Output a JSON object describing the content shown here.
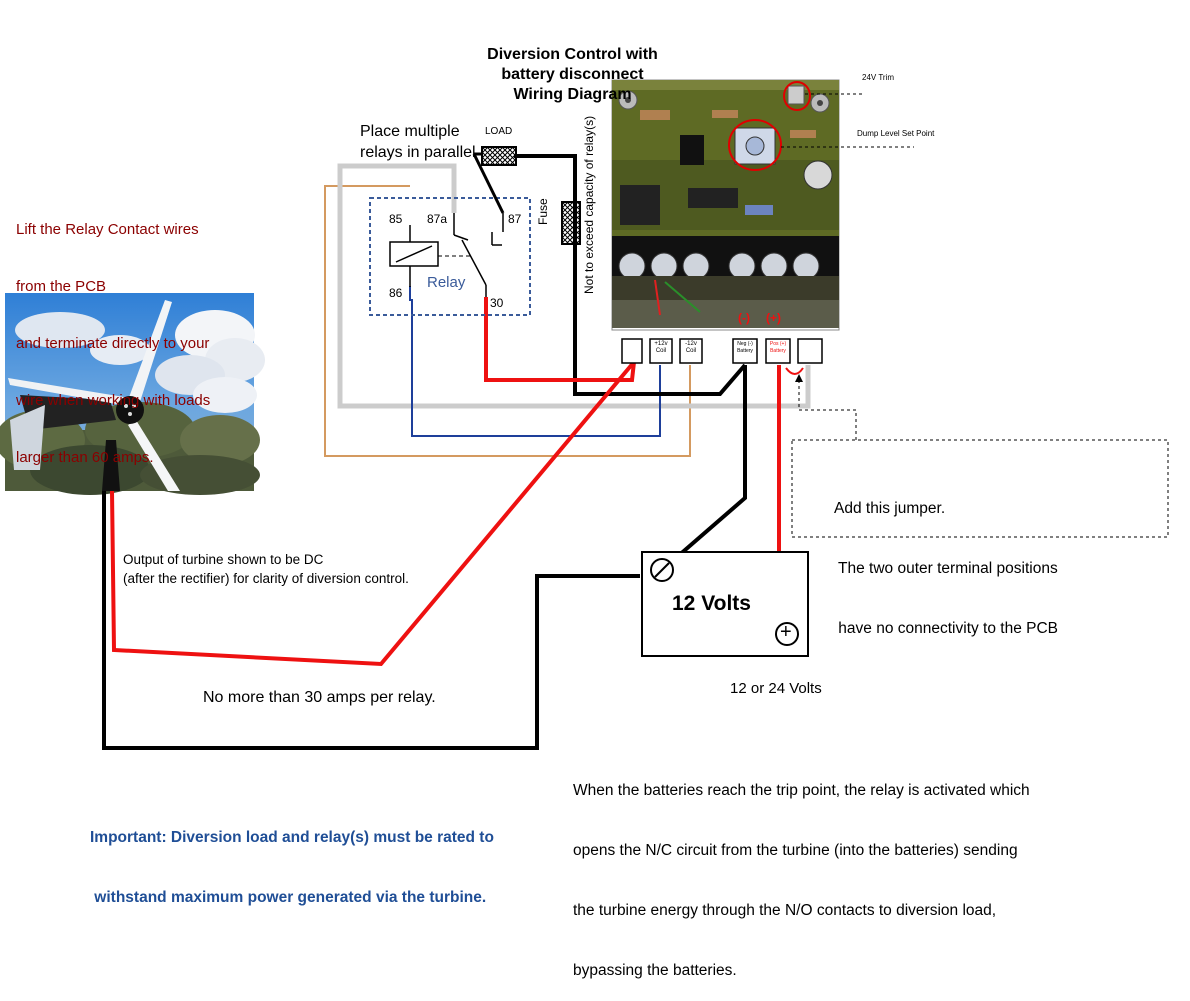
{
  "title": [
    "Diversion Control with",
    "battery disconnect",
    "Wiring Diagram"
  ],
  "relay_contact_note": [
    "Lift the Relay Contact wires",
    "from the PCB",
    "and terminate directly to your",
    "wire when working with loads",
    "larger than 60 amps."
  ],
  "parallel_note": [
    "Place multiple",
    "relays in parallel"
  ],
  "relay": {
    "label": "Relay",
    "pins": {
      "p85": "85",
      "p87a": "87a",
      "p87": "87",
      "p86": "86",
      "p30": "30"
    }
  },
  "load_label": "LOAD",
  "fuse_label": "Fuse",
  "capacity_note": "Not to exceed capacity of relay(s)",
  "pcb": {
    "trim_label": "24V Trim",
    "setpoint_label": "Dump Level Set Point",
    "neg_marker": "(-)",
    "pos_marker": "(+)",
    "terminals": [
      "",
      "+12v Coil",
      "-12v Coil",
      "Neg (-) Battery",
      "Pos (+) Battery",
      ""
    ]
  },
  "turbine_note": [
    "Output of turbine shown to be DC",
    "(after the rectifier) for clarity of diversion control."
  ],
  "jumper_note": [
    "Add this jumper.",
    " The two outer terminal positions",
    " have no connectivity to the PCB"
  ],
  "battery": {
    "label": "12 Volts",
    "plus_symbol": "+",
    "alt_label": "12 or 24 Volts"
  },
  "amps_note": "No more than 30 amps per relay.",
  "trip_note": [
    "When the batteries reach the trip point, the relay is activated which",
    "opens the N/C circuit from the turbine (into the batteries) sending",
    "the turbine energy through the N/O contacts to diversion load,",
    "bypassing the batteries."
  ],
  "important_note": [
    "Important: Diversion load and relay(s) must be rated to",
    " withstand maximum power generated via the turbine."
  ],
  "colors": {
    "red_wire": "#ee1111",
    "black_wire": "#000000",
    "grey_wire": "#cccccc",
    "blue_wire": "#1e3f9a",
    "orange_wire": "#d49a60",
    "note_red": "#8b0000",
    "note_blue": "#1f4e96",
    "relay_blue": "#3a5b9a"
  }
}
